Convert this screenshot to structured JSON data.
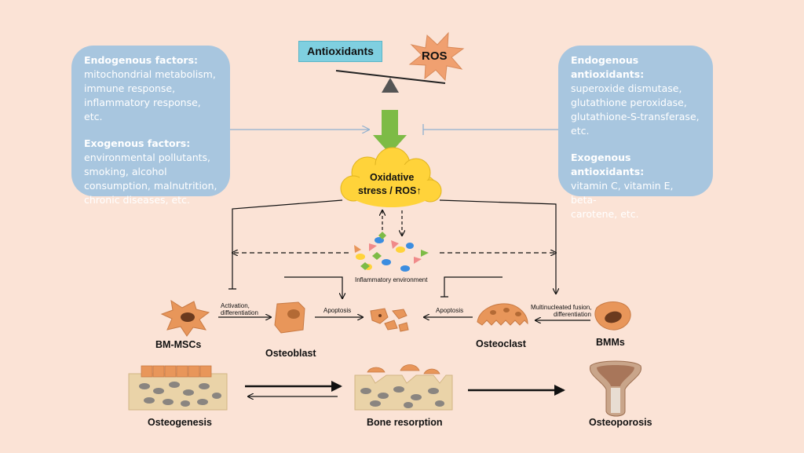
{
  "left_panel": {
    "endogenous_title": "Endogenous factors:",
    "endogenous_text": "mitochondrial metabolism,\nimmune response,\ninflammatory response, etc.",
    "exogenous_title": "Exogenous factors:",
    "exogenous_text": "environmental pollutants,\nsmoking, alcohol\nconsumption, malnutrition,\nchronic diseases, etc."
  },
  "right_panel": {
    "endogenous_title": "Endogenous antioxidants:",
    "endogenous_text": "superoxide dismutase,\nglutathione peroxidase,\nglutathione-S-transferase,\netc.",
    "exogenous_title": "Exogenous antioxidants:",
    "exogenous_text": "vitamin C, vitamin E, beta-\ncarotene, etc."
  },
  "balance": {
    "antioxidants": "Antioxidants",
    "ros": "ROS"
  },
  "cloud": {
    "line1": "Oxidative",
    "line2": "stress / ROS↑"
  },
  "inflammatory_label": "Inflammatory environment",
  "arrow_labels": {
    "activation_1": "Activation,",
    "activation_2": "differentiation",
    "apoptosis_left": "Apoptosis",
    "apoptosis_right": "Apoptosis",
    "fusion_1": "Multinucleated fusion,",
    "fusion_2": "differentiation"
  },
  "cells": {
    "bm_mscs": "BM-MSCs",
    "osteoblast": "Osteoblast",
    "osteoclast": "Osteoclast",
    "bmms": "BMMs"
  },
  "bottom": {
    "osteogenesis": "Osteogenesis",
    "bone_resorption": "Bone resorption",
    "osteoporosis": "Osteoporosis"
  },
  "colors": {
    "background": "#fbe3d6",
    "panel": "#a8c6df",
    "antioxidant_box": "#7fcfe0",
    "ros_star": "#f0a070",
    "cloud": "#ffd33a",
    "green_arrow": "#7dbb46",
    "cell": "#e8965a"
  }
}
